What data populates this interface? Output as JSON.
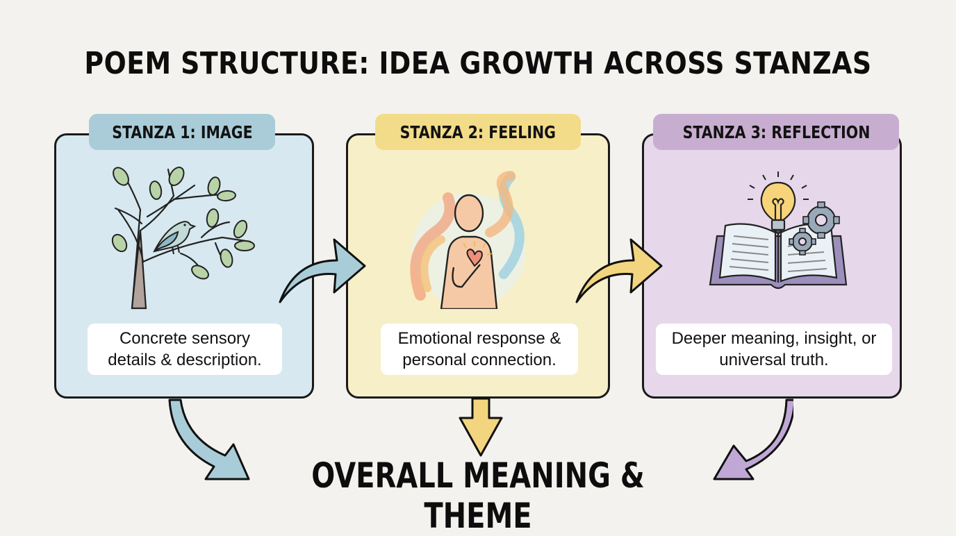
{
  "title": "POEM STRUCTURE: IDEA GROWTH ACROSS STANZAS",
  "stanzas": [
    {
      "label": "STANZA 1: IMAGE",
      "description": "Concrete sensory details & description.",
      "illustration": "tree-with-bird-icon",
      "color": "#d7e8f0",
      "tab_color": "#a9ccd8"
    },
    {
      "label": "STANZA 2: FEELING",
      "description": "Emotional response & personal connection.",
      "illustration": "person-hand-on-heart-icon",
      "color": "#f7efc8",
      "tab_color": "#f2dc8a"
    },
    {
      "label": "STANZA 3: REFLECTION",
      "description": "Deeper meaning, insight, or universal truth.",
      "illustration": "open-book-lightbulb-gears-icon",
      "color": "#e6d8ea",
      "tab_color": "#c7aed0"
    }
  ],
  "arrows": {
    "stanza1_to_stanza2": {
      "color": "#a8cdd8"
    },
    "stanza2_to_stanza3": {
      "color": "#f2d57e"
    },
    "stanza1_to_theme": {
      "color": "#a8cdd8"
    },
    "stanza2_to_theme": {
      "color": "#f2d57e"
    },
    "stanza3_to_theme": {
      "color": "#c0a8d6"
    }
  },
  "conclusion": "OVERALL MEANING & THEME",
  "colors": {
    "background": "#f3f2ee",
    "outline": "#1a1a1a"
  }
}
